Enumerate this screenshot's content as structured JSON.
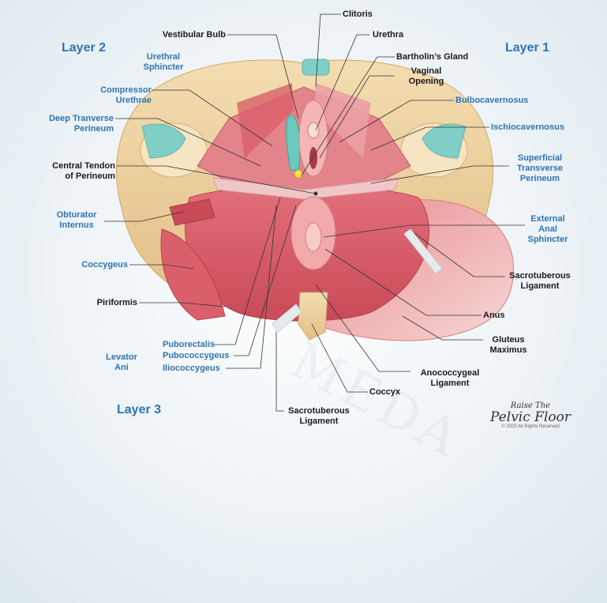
{
  "layers": {
    "layer1": "Layer 1",
    "layer2": "Layer 2",
    "layer3": "Layer 3"
  },
  "labels": {
    "clitoris": "Clitoris",
    "vestibular_bulb": "Vestibular Bulb",
    "urethra": "Urethra",
    "bartholins_gland": "Bartholin’s Gland",
    "vaginal_opening": [
      "Vaginal",
      "Opening"
    ],
    "urethral_sphincter": [
      "Urethral",
      "Sphincter"
    ],
    "compressor_urethrae": [
      "Compressor",
      "Urethrae"
    ],
    "deep_transverse_perineum": [
      "Deep Tranverse",
      "Perineum"
    ],
    "bulbocavernosus": "Bulbocavernosus",
    "ischiocavernosus": "Ischiocavernosus",
    "central_tendon": [
      "Central Tendon",
      "of Perineum"
    ],
    "superficial_transverse_perineum": [
      "Superficial",
      "Transverse",
      "Perineum"
    ],
    "obturator_internus": [
      "Obturator",
      "Internus"
    ],
    "external_anal_sphincter": [
      "External",
      "Anal",
      "Sphincter"
    ],
    "coccygeus": "Coccygeus",
    "sacrotuberous_ligament_right": [
      "Sacrotuberous",
      "Ligament"
    ],
    "piriformis": "Piriformis",
    "anus": "Anus",
    "levator_ani": [
      "Levator",
      "Ani"
    ],
    "puborectalis": "Puborectalis",
    "pubococcygeus": "Pubococcygeus",
    "iliococcygeus": "Iliococcygeus",
    "gluteus_maximus": [
      "Gluteus",
      "Maximus"
    ],
    "anococcygeal_ligament": [
      "Anococcygeal",
      "Ligament"
    ],
    "coccyx": "Coccyx",
    "sacrotuberous_ligament_bottom": [
      "Sacrotuberous",
      "Ligament"
    ]
  },
  "logo": {
    "line1": "Raise The",
    "line2": "Pelvic Floor",
    "line3": "© 2020 All Rights Reserved"
  },
  "watermark": "MEDA",
  "colors": {
    "label_black": "#1a1a1a",
    "label_blue": "#2f74b5",
    "muscle": "#d9606a",
    "bone": "#efd3a0",
    "ligament": "#e6ecee",
    "cartilage": "#7fcfc6"
  }
}
